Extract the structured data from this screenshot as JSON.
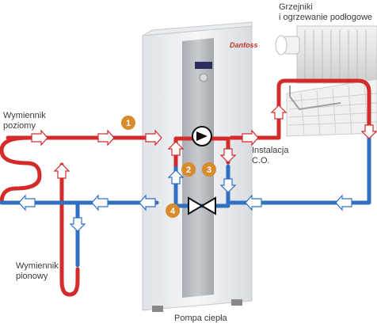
{
  "labels": {
    "horizontal_exchanger_line1": "Wymiennik",
    "horizontal_exchanger_line2": "poziomy",
    "vertical_exchanger_line1": "Wymiennik",
    "vertical_exchanger_line2": "pionowy",
    "radiators_line1": "Grzejniki",
    "radiators_line2": "i ogrzewanie podłogowe",
    "heating_install_line1": "Instalacja",
    "heating_install_line2": "C.O.",
    "heat_pump": "Pompa ciepła"
  },
  "brand": "Danfoss",
  "steps": [
    "1",
    "2",
    "3",
    "4"
  ],
  "colors": {
    "hot_pipe": "#d42a2a",
    "cold_pipe": "#2f6fc4",
    "step_badge": "#d98a2b",
    "unit_body": "#eef0f2",
    "unit_panel": "#b9bcc1"
  }
}
